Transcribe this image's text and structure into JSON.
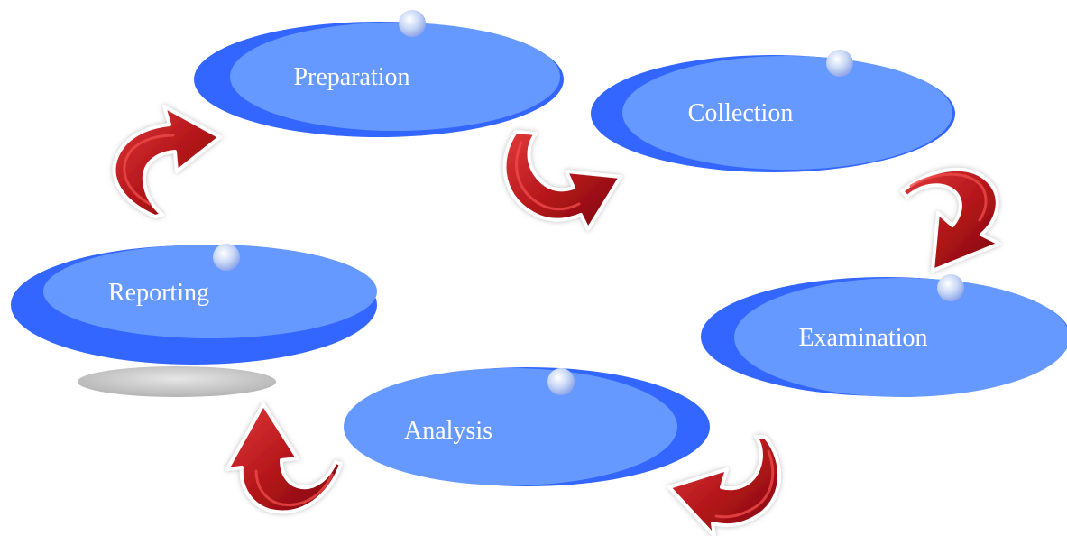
{
  "diagram": {
    "type": "cycle",
    "stages": [
      {
        "id": "preparation",
        "label": "Preparation"
      },
      {
        "id": "collection",
        "label": "Collection"
      },
      {
        "id": "examination",
        "label": "Examination"
      },
      {
        "id": "analysis",
        "label": "Analysis"
      },
      {
        "id": "reporting",
        "label": "Reporting"
      }
    ]
  },
  "colors": {
    "stage_dark": "#3366ff",
    "stage_light": "#6699ff",
    "stage_text": "#ffffff",
    "arrow": "#b01418",
    "arrow_highlight": "#ee4a4a",
    "shadow": "#c8c8c8"
  },
  "icons": {
    "stage_bead": "bead-icon",
    "cycle_arrow": "curved-arrow-icon"
  }
}
